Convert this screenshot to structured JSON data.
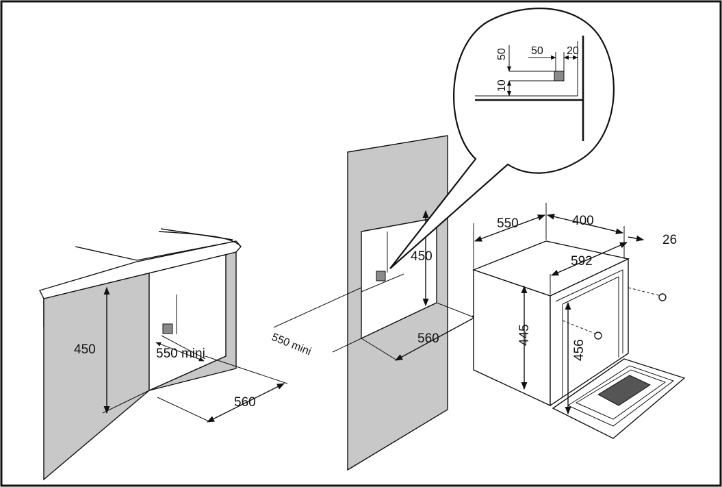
{
  "colors": {
    "background": "#ffffff",
    "panel": "#c8c8c8",
    "line": "#111111",
    "bracket": "#8a8a8a",
    "window": "#555555"
  },
  "labels": {
    "counter_height": "450",
    "counter_depth_min": "550 mini",
    "counter_width": "560",
    "column_height": "450",
    "column_depth_min": "550 mini",
    "column_width": "560",
    "detail_50_vertical": "50",
    "detail_50_horizontal": "50",
    "detail_20": "20",
    "detail_10": "10",
    "oven_depth": "550",
    "oven_400": "400",
    "oven_26": "26",
    "oven_width": "592",
    "oven_height": "445",
    "oven_inner_height": "456"
  }
}
